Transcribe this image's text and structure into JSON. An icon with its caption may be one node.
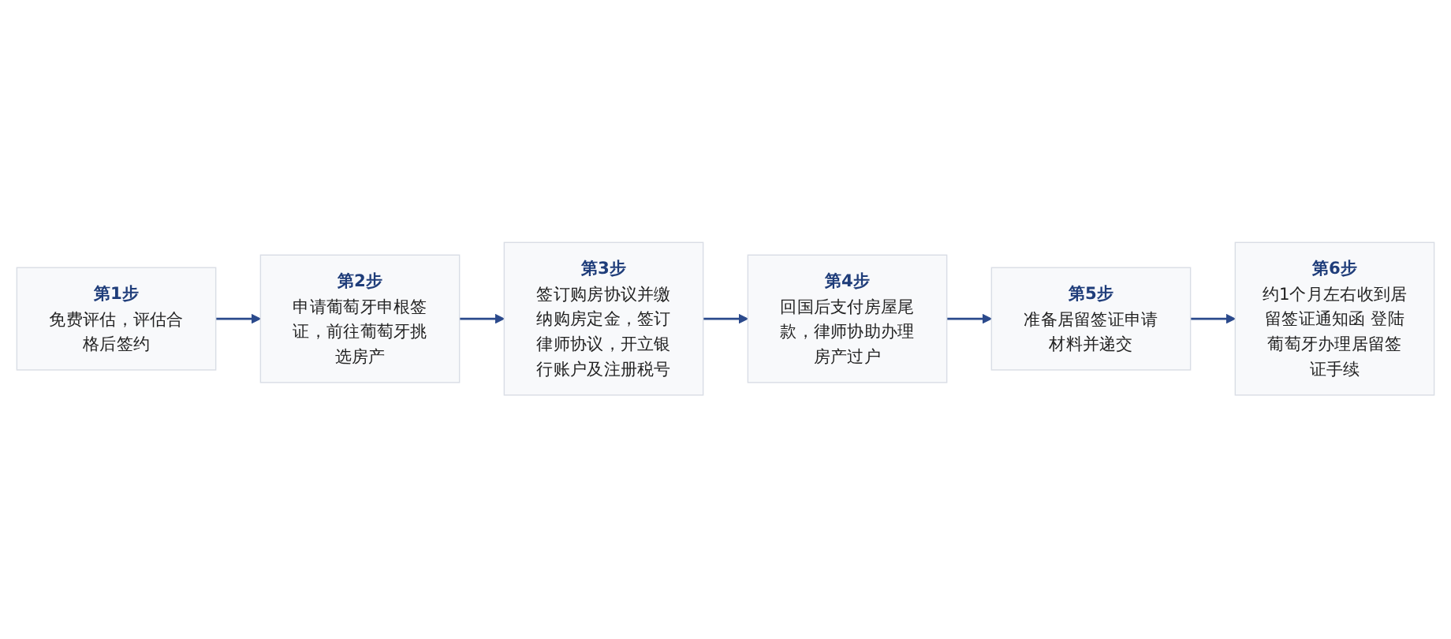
{
  "diagram": {
    "nodes": [
      {
        "text": [
          "第1步",
          "免费评估，评估合格后签约"
        ]
      },
      {
        "text": [
          "第2步",
          "申请葡萄牙申根签证，前往葡萄牙挑选房产"
        ]
      },
      {
        "text": [
          "第3步",
          "签订购房协议并缴纳购房定金，签订律师协议，开立银行账户及注册税号"
        ]
      },
      {
        "text": [
          "第4步",
          "回国后支付房屋尾款，律师协助办理房产过户"
        ]
      },
      {
        "text": [
          "第5步",
          "准备居留签证申请材料并递交"
        ]
      },
      {
        "text": [
          "第6步",
          "约1个月左右收到居留签证通知函 登陆葡萄牙办理居留签证手续"
        ]
      }
    ],
    "edges": [
      {
        "from": 0,
        "to": 1,
        "arrow": "to"
      },
      {
        "from": 1,
        "to": 2,
        "arrow": "to"
      },
      {
        "from": 2,
        "to": 3,
        "arrow": "to"
      },
      {
        "from": 3,
        "to": 4,
        "arrow": "to"
      },
      {
        "from": 4,
        "to": 5,
        "arrow": "to"
      }
    ]
  }
}
